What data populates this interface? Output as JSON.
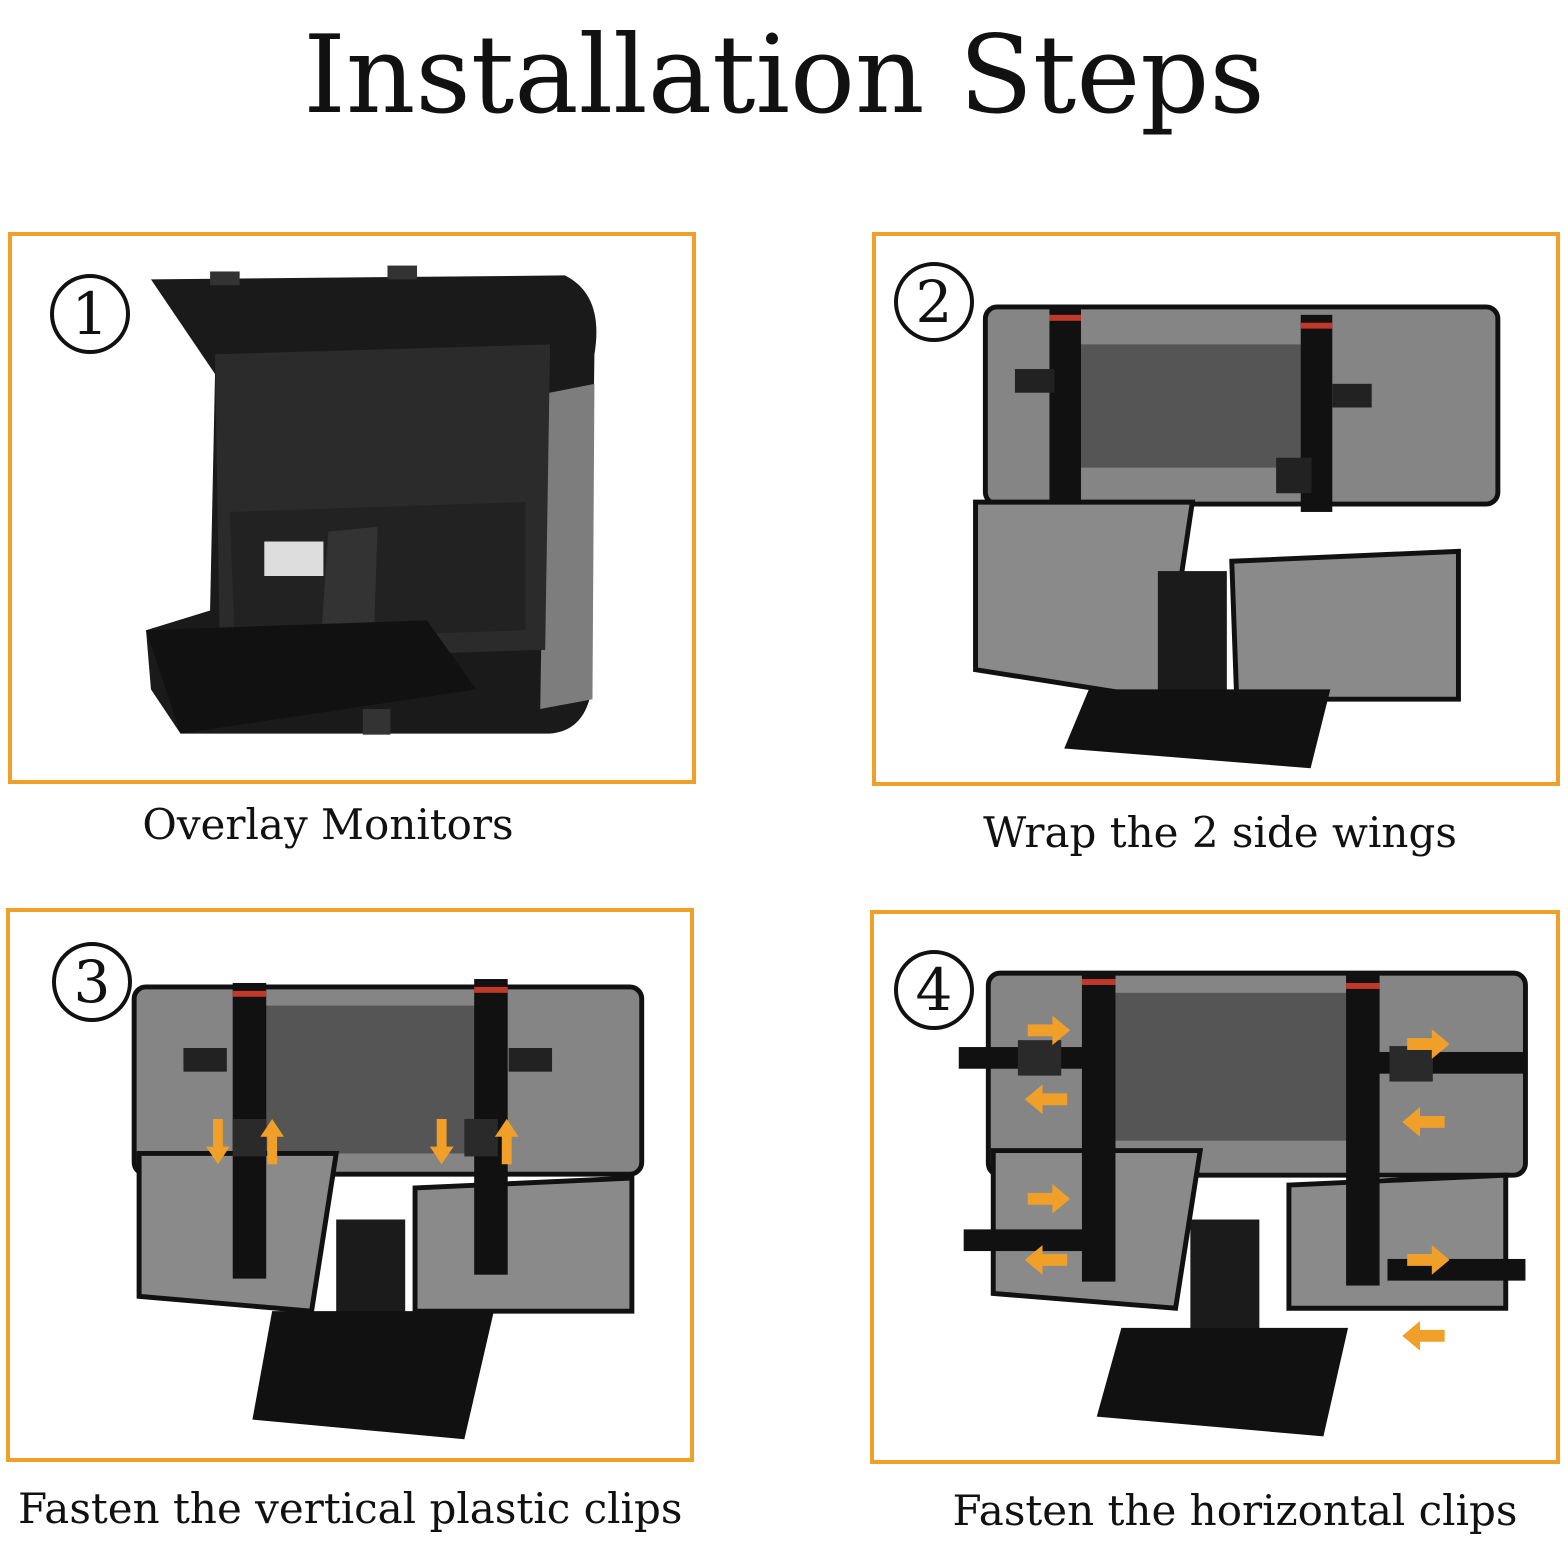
{
  "title": "Installation Steps",
  "steps": [
    {
      "number": "1",
      "caption": "Overlay Monitors"
    },
    {
      "number": "2",
      "caption": "Wrap the 2 side wings"
    },
    {
      "number": "3",
      "caption": "Fasten the vertical plastic clips"
    },
    {
      "number": "4",
      "caption": "Fasten the horizontal clips"
    }
  ],
  "colors": {
    "panel_border": "#f0a028",
    "arrow": "#f0a028",
    "cover_gray": "#858585",
    "strap_black": "#111111"
  },
  "icons": [
    "monitor-cover-illustration",
    "arrow-icon",
    "buckle-icon"
  ]
}
